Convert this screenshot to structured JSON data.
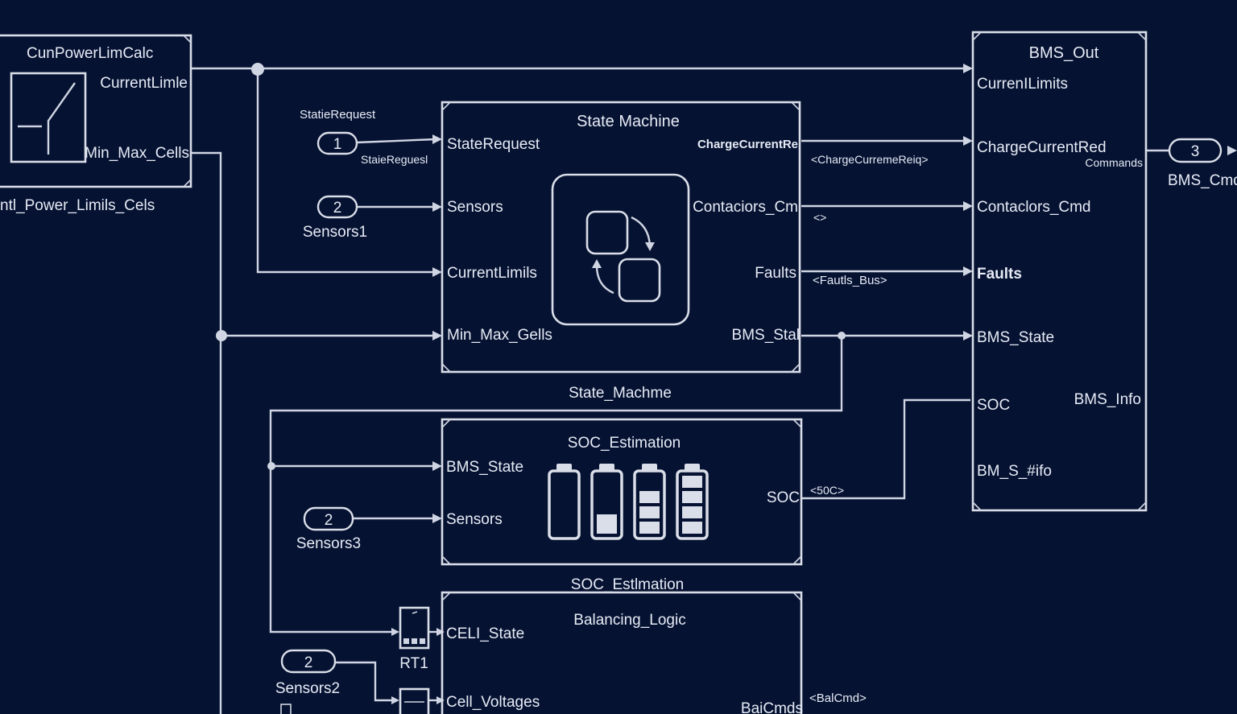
{
  "power_lim": {
    "title": "CunPowerLimCalc",
    "out1": "CurrentLimle",
    "out2": "Min_Max_Cells",
    "caption": "ntl_Power_Limils_Cels"
  },
  "inports": {
    "state_request": {
      "num": "1",
      "label_above": "StatieRequest",
      "signal": "StaieReguesl"
    },
    "sensors1": {
      "num": "2",
      "label": "Sensors1"
    },
    "sensors3": {
      "num": "2",
      "label": "Sensors3"
    },
    "sensors2": {
      "num": "2",
      "label": "Sensors2"
    }
  },
  "state_machine": {
    "title": "State Machine",
    "caption": "State_Machme",
    "in": [
      "StateRequest",
      "Sensors",
      "CurrentLimils",
      "Min_Max_Gells"
    ],
    "out": [
      "ChargeCurrentRe",
      "Contaciors_Cm",
      "Faults",
      "BMS_Stal"
    ]
  },
  "signals": {
    "charge": "<ChargeCurremeReiq>",
    "contactors": "<>",
    "faults": "<Fautls_Bus>",
    "soc": "<50C>",
    "bal": "<BalCmd>"
  },
  "bms_out": {
    "title": "BMS_Out",
    "in": [
      "CurrenILimits",
      "ChargeCurrentRed",
      "Contaclors_Cmd",
      "Faults",
      "BMS_State",
      "SOC",
      "BM_S_#ifo"
    ],
    "out_commands": "Commands",
    "out_info": "BMS_Info"
  },
  "outport": {
    "num": "3",
    "label": "BMS_Cmd"
  },
  "soc_est": {
    "title": "SOC_Estimation",
    "caption": "SOC_Estlmation",
    "in": [
      "BMS_State",
      "Sensors"
    ],
    "out": "SOC",
    "battery_levels": [
      0.0,
      0.4,
      0.75,
      1.0
    ]
  },
  "balancing": {
    "title": "Balancing_Logic",
    "in": [
      "CELI_State",
      "Cell_Voltages"
    ],
    "out": "BaiCmds"
  },
  "rate_transition": {
    "label": "RT1"
  }
}
